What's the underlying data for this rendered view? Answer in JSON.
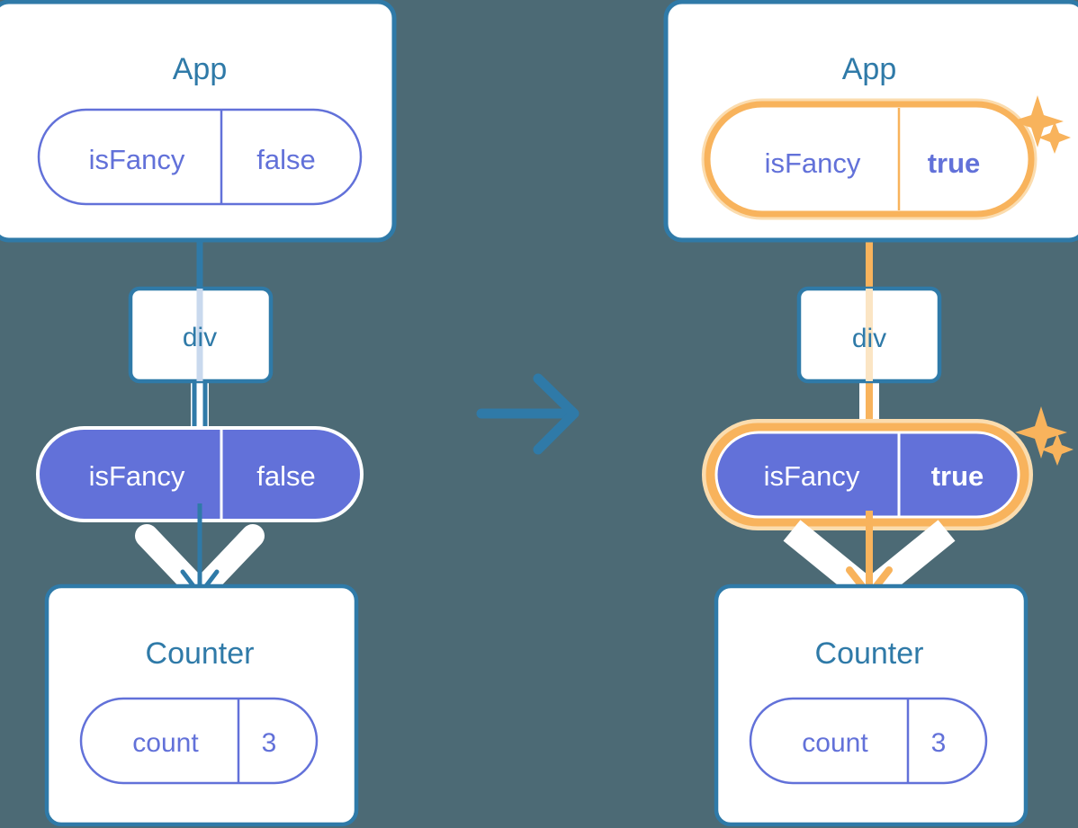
{
  "meta": {
    "title": "React state propagation diagram",
    "background_color": "#4c6a75"
  },
  "colors": {
    "background": "#4c6a75",
    "box_border_blue": "#2f7aa8",
    "box_fill": "#ffffff",
    "title_blue": "#2f7aa8",
    "pill_purple": "#6271d9",
    "pill_text_purple": "#6271d9",
    "pill_text_white": "#ffffff",
    "highlight_orange": "#f8b35c",
    "highlight_orange_glow": "#fbdcae",
    "arrow_blue": "#2f7aa8",
    "arrow_white": "#ffffff"
  },
  "panels": [
    {
      "id": "before",
      "app_box": {
        "title": "App",
        "pill": {
          "name": "isFancy",
          "value": "false",
          "style": "outline",
          "highlighted": false
        }
      },
      "div_box": {
        "label": "div"
      },
      "prop_pill": {
        "name": "isFancy",
        "value": "false",
        "style": "filled",
        "highlighted": false
      },
      "counter_box": {
        "title": "Counter",
        "pill": {
          "name": "count",
          "value": "3",
          "style": "outline"
        }
      },
      "sparkles": false
    },
    {
      "id": "after",
      "app_box": {
        "title": "App",
        "pill": {
          "name": "isFancy",
          "value": "true",
          "style": "outline",
          "highlighted": true
        }
      },
      "div_box": {
        "label": "div"
      },
      "prop_pill": {
        "name": "isFancy",
        "value": "true",
        "style": "filled",
        "highlighted": true
      },
      "counter_box": {
        "title": "Counter",
        "pill": {
          "name": "count",
          "value": "3",
          "style": "outline"
        }
      },
      "sparkles": true
    }
  ],
  "transition": {
    "icon": "right-arrow-icon",
    "color": "#2f7aa8"
  }
}
